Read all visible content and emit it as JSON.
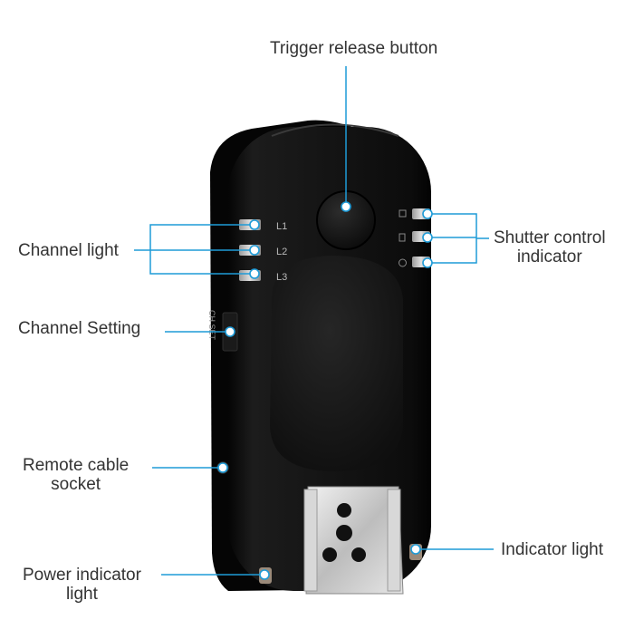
{
  "diagram": {
    "accent_color": "#1e9bd7",
    "device_color": "#0d0d0d",
    "labels": {
      "trigger_release_button": "Trigger release button",
      "channel_light": "Channel light",
      "shutter_control_indicator": [
        "Shutter control",
        "indicator"
      ],
      "channel_setting": "Channel Setting",
      "remote_cable_socket": [
        "Remote cable",
        "socket"
      ],
      "indicator_light": "Indicator light",
      "power_indicator_light": [
        "Power indicator",
        "light"
      ]
    },
    "device_text": {
      "channel_marks": [
        "L1",
        "L2",
        "L3"
      ],
      "switch_marks": "CH SET"
    }
  }
}
